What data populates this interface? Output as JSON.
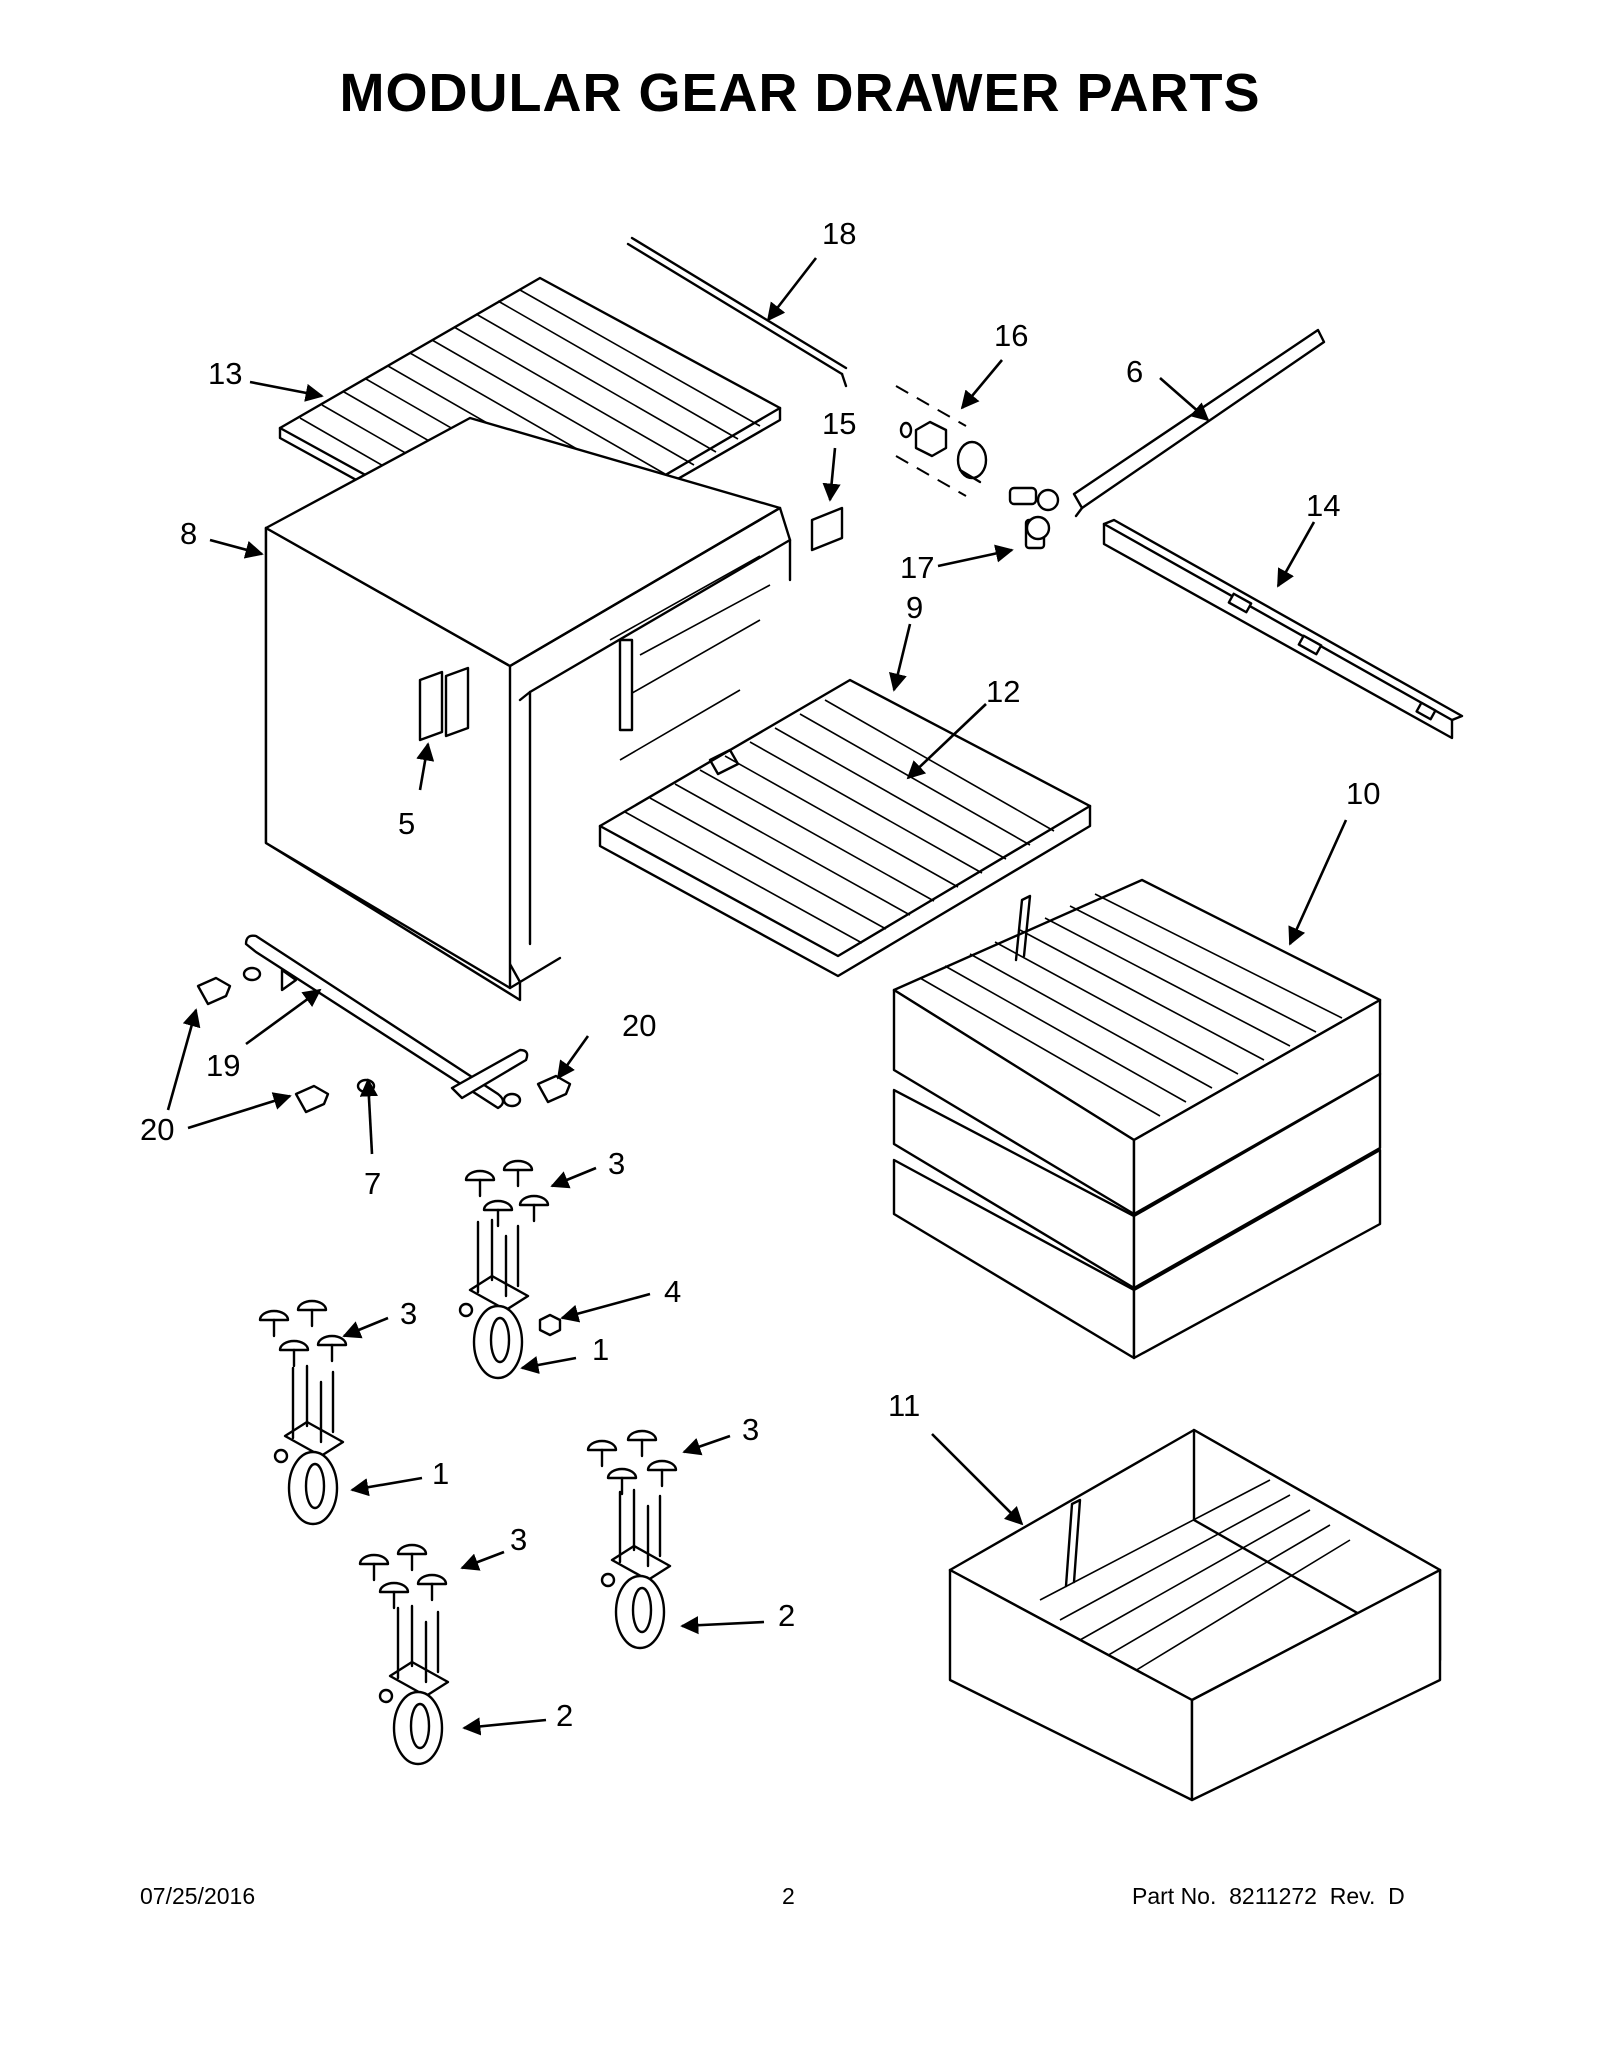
{
  "title": "MODULAR GEAR DRAWER PARTS",
  "callouts": [
    {
      "id": "c18",
      "text": "18"
    },
    {
      "id": "c16",
      "text": "16"
    },
    {
      "id": "c13",
      "text": "13"
    },
    {
      "id": "c15",
      "text": "15"
    },
    {
      "id": "c6",
      "text": "6"
    },
    {
      "id": "c14",
      "text": "14"
    },
    {
      "id": "c8",
      "text": "8"
    },
    {
      "id": "c17",
      "text": "17"
    },
    {
      "id": "c9",
      "text": "9"
    },
    {
      "id": "c12",
      "text": "12"
    },
    {
      "id": "c5",
      "text": "5"
    },
    {
      "id": "c10",
      "text": "10"
    },
    {
      "id": "c19",
      "text": "19"
    },
    {
      "id": "c20a",
      "text": "20"
    },
    {
      "id": "c20b",
      "text": "20"
    },
    {
      "id": "c7",
      "text": "7"
    },
    {
      "id": "c3a",
      "text": "3"
    },
    {
      "id": "c4",
      "text": "4"
    },
    {
      "id": "c3b",
      "text": "3"
    },
    {
      "id": "c1a",
      "text": "1"
    },
    {
      "id": "c1b",
      "text": "1"
    },
    {
      "id": "c3c",
      "text": "3"
    },
    {
      "id": "c11",
      "text": "11"
    },
    {
      "id": "c3d",
      "text": "3"
    },
    {
      "id": "c2a",
      "text": "2"
    },
    {
      "id": "c2b",
      "text": "2"
    }
  ],
  "footer": {
    "date": "07/25/2016",
    "page_number": "2",
    "part_no": "Part No.  8211272  Rev.  D"
  }
}
